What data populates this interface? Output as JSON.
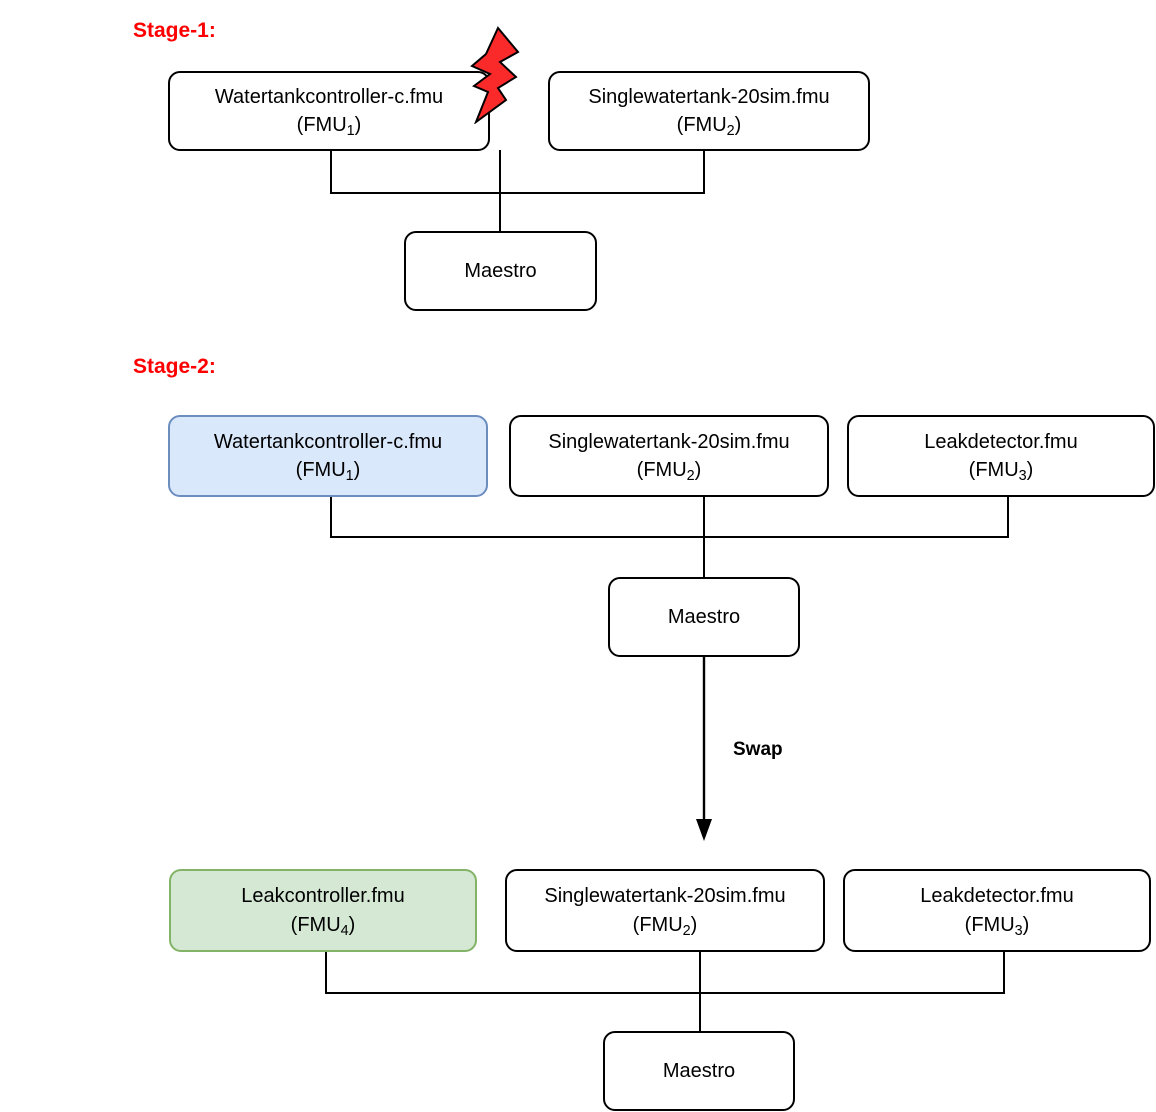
{
  "diagram": {
    "title_stage1": "Stage-1:",
    "title_stage2": "Stage-2:",
    "swap_label": "Swap",
    "orchestrator_label": "Maestro",
    "colors": {
      "stage_label": "#ff0000",
      "node_border": "#000000",
      "node_fill": "#ffffff",
      "blue_fill": "#dae8fc",
      "blue_border": "#6c8ebf",
      "green_fill": "#d5e8d4",
      "green_border": "#82b366",
      "fault_icon": "#fa2a2a",
      "wire": "#000000"
    },
    "icons": {
      "fault": "lightning-bolt-icon",
      "swap_arrow": "down-arrow-icon"
    }
  },
  "stage1": {
    "label": "Stage-1:",
    "nodes": [
      {
        "name": "Watertankcontroller-c.fmu",
        "id": "FMU",
        "index": "1",
        "fill": "white"
      },
      {
        "name": "Singlewatertank-20sim.fmu",
        "id": "FMU",
        "index": "2",
        "fill": "white"
      }
    ],
    "orchestrator": "Maestro",
    "fault_marker": true
  },
  "stage2": {
    "label": "Stage-2:",
    "before": {
      "nodes": [
        {
          "name": "Watertankcontroller-c.fmu",
          "id": "FMU",
          "index": "1",
          "fill": "blue"
        },
        {
          "name": "Singlewatertank-20sim.fmu",
          "id": "FMU",
          "index": "2",
          "fill": "white"
        },
        {
          "name": "Leakdetector.fmu",
          "id": "FMU",
          "index": "3",
          "fill": "white"
        }
      ],
      "orchestrator": "Maestro"
    },
    "transition": {
      "label": "Swap"
    },
    "after": {
      "nodes": [
        {
          "name": "Leakcontroller.fmu",
          "id": "FMU",
          "index": "4",
          "fill": "green"
        },
        {
          "name": "Singlewatertank-20sim.fmu",
          "id": "FMU",
          "index": "2",
          "fill": "white"
        },
        {
          "name": "Leakdetector.fmu",
          "id": "FMU",
          "index": "3",
          "fill": "white"
        }
      ],
      "orchestrator": "Maestro"
    }
  }
}
